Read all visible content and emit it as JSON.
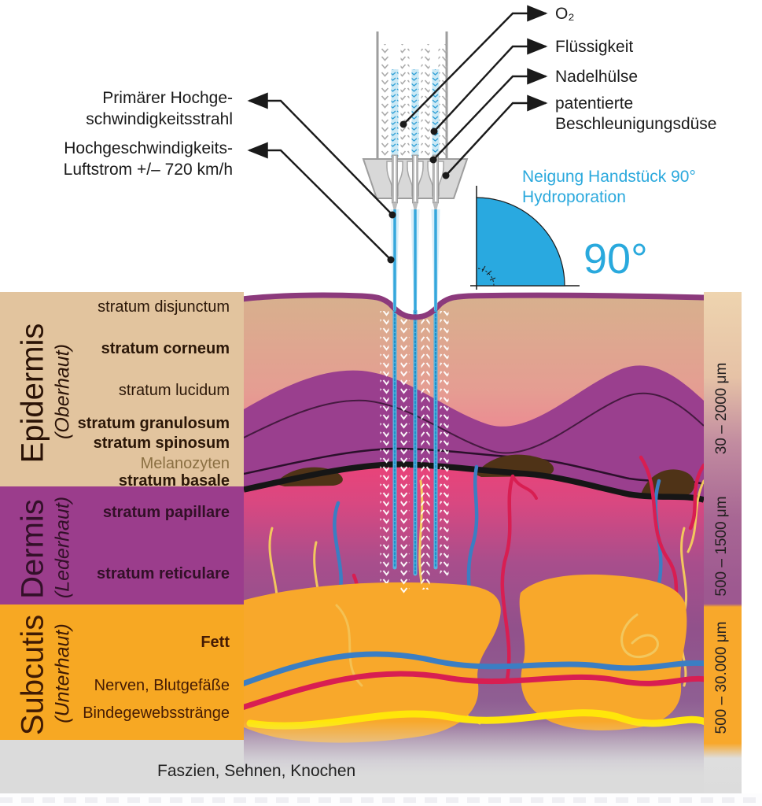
{
  "device": {
    "callouts_right": [
      {
        "label": "O₂"
      },
      {
        "label": "Flüssigkeit"
      },
      {
        "label": "Nadelhülse"
      },
      {
        "line1": "patentierte",
        "line2": "Beschleunigungsdüse"
      }
    ],
    "callouts_left": [
      {
        "line1": "Primärer Hochge-",
        "line2": "schwindigkeitsstrahl"
      },
      {
        "line1": "Hochgeschwindigkeits-",
        "line2": "Luftstrom +/– 720 km/h"
      }
    ]
  },
  "handpiece": {
    "tilt_line1": "Neigung Handstück 90°",
    "tilt_line2": "Hydroporation",
    "angle": "90°"
  },
  "layers": {
    "epidermis": {
      "title": "Epidermis",
      "subtitle": "(Oberhaut)",
      "depth": "30 – 2000 μm",
      "labels": [
        "stratum disjunctum",
        "stratum corneum",
        "stratum lucidum",
        "stratum granulosum",
        "stratum spinosum",
        "Melanozyten",
        "stratum basale"
      ]
    },
    "dermis": {
      "title": "Dermis",
      "subtitle": "(Lederhaut)",
      "depth": "500 – 1500 μm",
      "labels": [
        "stratum papillare",
        "stratum reticulare"
      ]
    },
    "subcutis": {
      "title": "Subcutis",
      "subtitle": "(Unterhaut)",
      "depth": "500 – 30.000 μm",
      "labels": [
        "Fett",
        "Nerven, Blutgefäße",
        "Bindegewebsstränge"
      ]
    },
    "base": {
      "label": "Faszien, Sehnen, Knochen"
    }
  },
  "colors": {
    "accent_blue": "#29a9dd",
    "epidermis_bg": "#e2c49e",
    "dermis_bg": "#9b3d8c",
    "subcutis_bg": "#f7a823",
    "base_bg": "#dbdbdb",
    "melanozyten_text": "#8a6f42",
    "vessel_red": "#d81e52",
    "vessel_blue": "#3b7ec3",
    "nerve_yellow": "#f2c75e",
    "nerve_bright_yellow": "#ffe60a",
    "fat_orange": "#f8a82b",
    "stream_blue": "#35a7dc",
    "surface_purple": "#8c3a7c"
  }
}
